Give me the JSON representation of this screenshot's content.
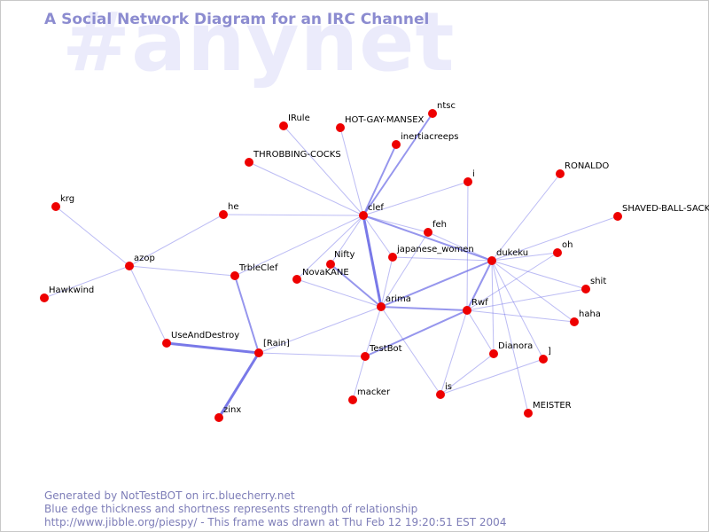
{
  "title": "A Social Network Diagram for an IRC Channel",
  "watermark": "#anynet",
  "footer": {
    "line1": "Generated by NotTestBOT on irc.bluecherry.net",
    "line2": "Blue edge thickness and shortness represents strength of relationship",
    "line3": "http://www.jibble.org/piespy/ - This frame was drawn at Thu Feb 12 19:20:51 EST 2004"
  },
  "colors": {
    "node": "#ee0000",
    "edge": "#6a6ae6",
    "title": "#8c8cd0",
    "watermark": "#ebebfb",
    "footer": "#7e7eb8"
  },
  "nodes": [
    {
      "id": "krg",
      "label": "krg"
    },
    {
      "id": "Hawkwind",
      "label": "Hawkwind"
    },
    {
      "id": "azop",
      "label": "azop"
    },
    {
      "id": "he",
      "label": "he"
    },
    {
      "id": "TrbleClef",
      "label": "TrbleClef"
    },
    {
      "id": "UseAndDestroy",
      "label": "UseAndDestroy"
    },
    {
      "id": "Rain",
      "label": "[Rain]"
    },
    {
      "id": "zinx",
      "label": "zinx"
    },
    {
      "id": "THROBBING-COCKS",
      "label": "THROBBING-COCKS"
    },
    {
      "id": "IRule",
      "label": "IRule"
    },
    {
      "id": "HOT-GAY-MANSEX",
      "label": "HOT-GAY-MANSEX"
    },
    {
      "id": "ntsc",
      "label": "ntsc"
    },
    {
      "id": "inertiacreeps",
      "label": "inertiacreeps"
    },
    {
      "id": "clef",
      "label": "clef"
    },
    {
      "id": "NovaKANE",
      "label": "NovaKANE"
    },
    {
      "id": "Nifty",
      "label": "Nifty"
    },
    {
      "id": "arima",
      "label": "arima"
    },
    {
      "id": "TestBot",
      "label": "TestBot"
    },
    {
      "id": "macker",
      "label": "macker"
    },
    {
      "id": "japanese_women",
      "label": "japanese_women"
    },
    {
      "id": "feh",
      "label": "feh"
    },
    {
      "id": "i",
      "label": "i"
    },
    {
      "id": "RONALDO",
      "label": "RONALDO"
    },
    {
      "id": "SHAVED-BALL-SACK",
      "label": "SHAVED-BALL-SACK"
    },
    {
      "id": "dukeku",
      "label": "dukeku"
    },
    {
      "id": "oh",
      "label": "oh"
    },
    {
      "id": "shit",
      "label": "shit"
    },
    {
      "id": "haha",
      "label": "haha"
    },
    {
      "id": "Rwf",
      "label": "Rwf"
    },
    {
      "id": "Dianora",
      "label": "Dianora"
    },
    {
      "id": "bracket",
      "label": "]"
    },
    {
      "id": "is",
      "label": "is"
    },
    {
      "id": "MEISTER",
      "label": "MEISTER"
    }
  ],
  "edges": [
    {
      "from": "krg",
      "to": "azop",
      "strength": 1
    },
    {
      "from": "Hawkwind",
      "to": "azop",
      "strength": 1
    },
    {
      "from": "azop",
      "to": "he",
      "strength": 1
    },
    {
      "from": "azop",
      "to": "TrbleClef",
      "strength": 1
    },
    {
      "from": "azop",
      "to": "UseAndDestroy",
      "strength": 1
    },
    {
      "from": "he",
      "to": "clef",
      "strength": 1
    },
    {
      "from": "TrbleClef",
      "to": "clef",
      "strength": 1
    },
    {
      "from": "TrbleClef",
      "to": "Rain",
      "strength": 2
    },
    {
      "from": "UseAndDestroy",
      "to": "Rain",
      "strength": 3
    },
    {
      "from": "Rain",
      "to": "zinx",
      "strength": 3
    },
    {
      "from": "Rain",
      "to": "TestBot",
      "strength": 1
    },
    {
      "from": "Rain",
      "to": "arima",
      "strength": 1
    },
    {
      "from": "THROBBING-COCKS",
      "to": "clef",
      "strength": 1
    },
    {
      "from": "IRule",
      "to": "clef",
      "strength": 1
    },
    {
      "from": "HOT-GAY-MANSEX",
      "to": "clef",
      "strength": 1
    },
    {
      "from": "ntsc",
      "to": "clef",
      "strength": 2
    },
    {
      "from": "inertiacreeps",
      "to": "clef",
      "strength": 2
    },
    {
      "from": "i",
      "to": "clef",
      "strength": 1
    },
    {
      "from": "feh",
      "to": "clef",
      "strength": 1
    },
    {
      "from": "clef",
      "to": "NovaKANE",
      "strength": 1
    },
    {
      "from": "clef",
      "to": "Nifty",
      "strength": 1
    },
    {
      "from": "clef",
      "to": "arima",
      "strength": 3
    },
    {
      "from": "clef",
      "to": "dukeku",
      "strength": 2
    },
    {
      "from": "clef",
      "to": "japanese_women",
      "strength": 1
    },
    {
      "from": "Nifty",
      "to": "arima",
      "strength": 2
    },
    {
      "from": "NovaKANE",
      "to": "arima",
      "strength": 1
    },
    {
      "from": "arima",
      "to": "TestBot",
      "strength": 1
    },
    {
      "from": "arima",
      "to": "Rwf",
      "strength": 2
    },
    {
      "from": "arima",
      "to": "japanese_women",
      "strength": 1
    },
    {
      "from": "arima",
      "to": "feh",
      "strength": 1
    },
    {
      "from": "arima",
      "to": "dukeku",
      "strength": 2
    },
    {
      "from": "arima",
      "to": "is",
      "strength": 1
    },
    {
      "from": "TestBot",
      "to": "macker",
      "strength": 1
    },
    {
      "from": "TestBot",
      "to": "Rwf",
      "strength": 2
    },
    {
      "from": "japanese_women",
      "to": "dukeku",
      "strength": 1
    },
    {
      "from": "feh",
      "to": "dukeku",
      "strength": 1
    },
    {
      "from": "i",
      "to": "Rwf",
      "strength": 1
    },
    {
      "from": "dukeku",
      "to": "RONALDO",
      "strength": 1
    },
    {
      "from": "dukeku",
      "to": "SHAVED-BALL-SACK",
      "strength": 1
    },
    {
      "from": "dukeku",
      "to": "oh",
      "strength": 1
    },
    {
      "from": "dukeku",
      "to": "shit",
      "strength": 1
    },
    {
      "from": "dukeku",
      "to": "haha",
      "strength": 1
    },
    {
      "from": "dukeku",
      "to": "Rwf",
      "strength": 2
    },
    {
      "from": "dukeku",
      "to": "Dianora",
      "strength": 1
    },
    {
      "from": "dukeku",
      "to": "bracket",
      "strength": 1
    },
    {
      "from": "dukeku",
      "to": "MEISTER",
      "strength": 1
    },
    {
      "from": "Rwf",
      "to": "oh",
      "strength": 1
    },
    {
      "from": "Rwf",
      "to": "shit",
      "strength": 1
    },
    {
      "from": "Rwf",
      "to": "haha",
      "strength": 1
    },
    {
      "from": "Rwf",
      "to": "Dianora",
      "strength": 1
    },
    {
      "from": "Rwf",
      "to": "is",
      "strength": 1
    },
    {
      "from": "Dianora",
      "to": "is",
      "strength": 1
    },
    {
      "from": "is",
      "to": "bracket",
      "strength": 1
    }
  ]
}
